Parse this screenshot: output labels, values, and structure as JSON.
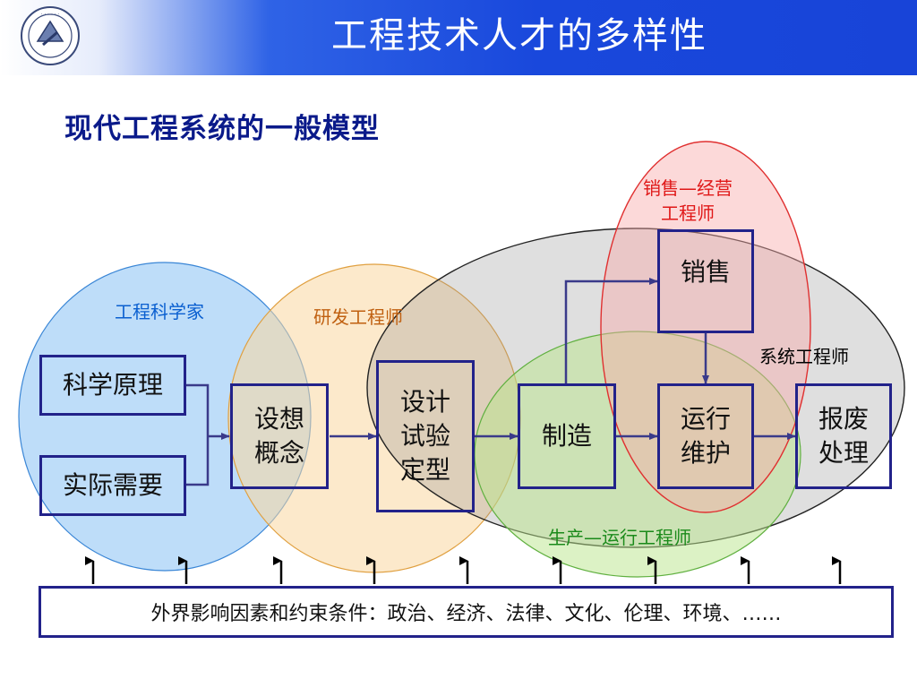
{
  "header": {
    "title": "工程技术人才的多样性"
  },
  "subtitle": "现代工程系统的一般模型",
  "roles": {
    "scientist": "工程科学家",
    "rd": "研发工程师",
    "sales": "销售—经营\n工程师",
    "system": "系统工程师",
    "production": "生产—运行工程师"
  },
  "boxes": {
    "science": "科学原理",
    "needs": "实际需要",
    "concept": "设想\n概念",
    "design": "设计\n试验\n定型",
    "manufacture": "制造",
    "sales": "销售",
    "operation": "运行\n维护",
    "disposal": "报废\n处理"
  },
  "constraints": "外界影响因素和约束条件：政治、经济、法律、文化、伦理、环境、……",
  "colors": {
    "header_blue": "#1a4bdc",
    "subtitle": "#0a1a8a",
    "scientist_label": "#0a5fd0",
    "rd_label": "#c06010",
    "sales_label": "#e01818",
    "production_label": "#1a8a1a",
    "box_border": "#22228a"
  }
}
